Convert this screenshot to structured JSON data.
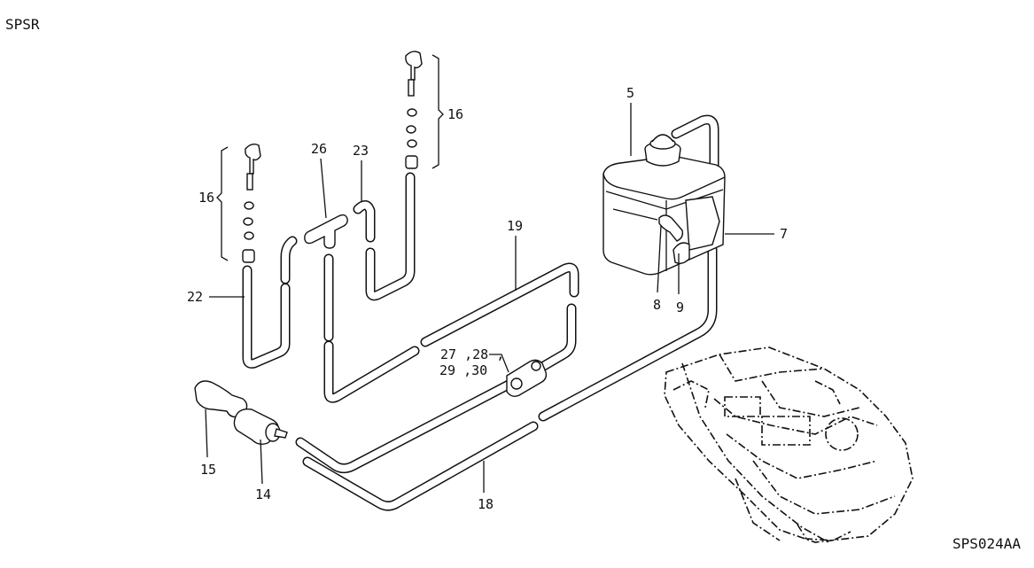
{
  "header": "SPSR",
  "footer_code": "SPS024AA",
  "callouts": {
    "c5": "5",
    "c7": "7",
    "c8": "8",
    "c9": "9",
    "c14": "14",
    "c15": "15",
    "c16a": "16",
    "c16b": "16",
    "c18": "18",
    "c19": "19",
    "c22": "22",
    "c23": "23",
    "c26": "26",
    "c27_28": "27 ,28 ,",
    "c29_30": "29 ,30"
  },
  "icons": {
    "reservoir": "washer-tank-icon",
    "pump": "washer-pump-icon",
    "vehicle": "vehicle-outline-icon"
  }
}
